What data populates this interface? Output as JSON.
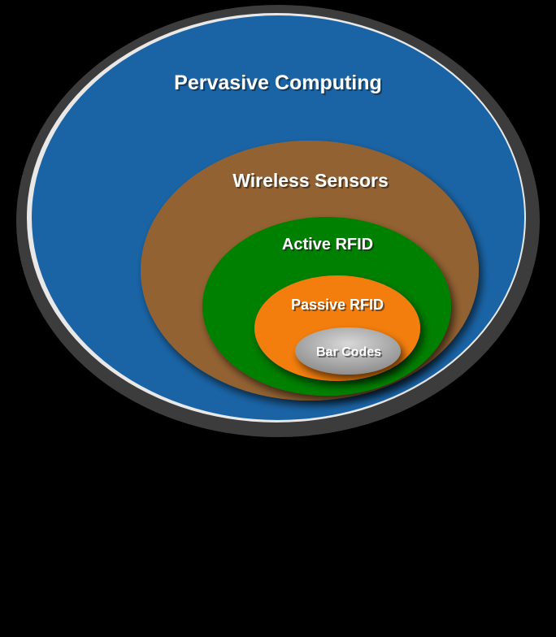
{
  "diagram": {
    "levels": [
      {
        "key": "pervasive",
        "label": "Pervasive Computing",
        "color": "#1a64a6"
      },
      {
        "key": "wireless",
        "label": "Wireless Sensors",
        "color": "#936231"
      },
      {
        "key": "active",
        "label": "Active RFID",
        "color": "#058005"
      },
      {
        "key": "passive",
        "label": "Passive RFID",
        "color": "#f37e09"
      },
      {
        "key": "barcodes",
        "label": "Bar Codes",
        "color": "#a9a9a9"
      }
    ],
    "border_color": "#3c3c3c",
    "background_color": "#000000"
  }
}
